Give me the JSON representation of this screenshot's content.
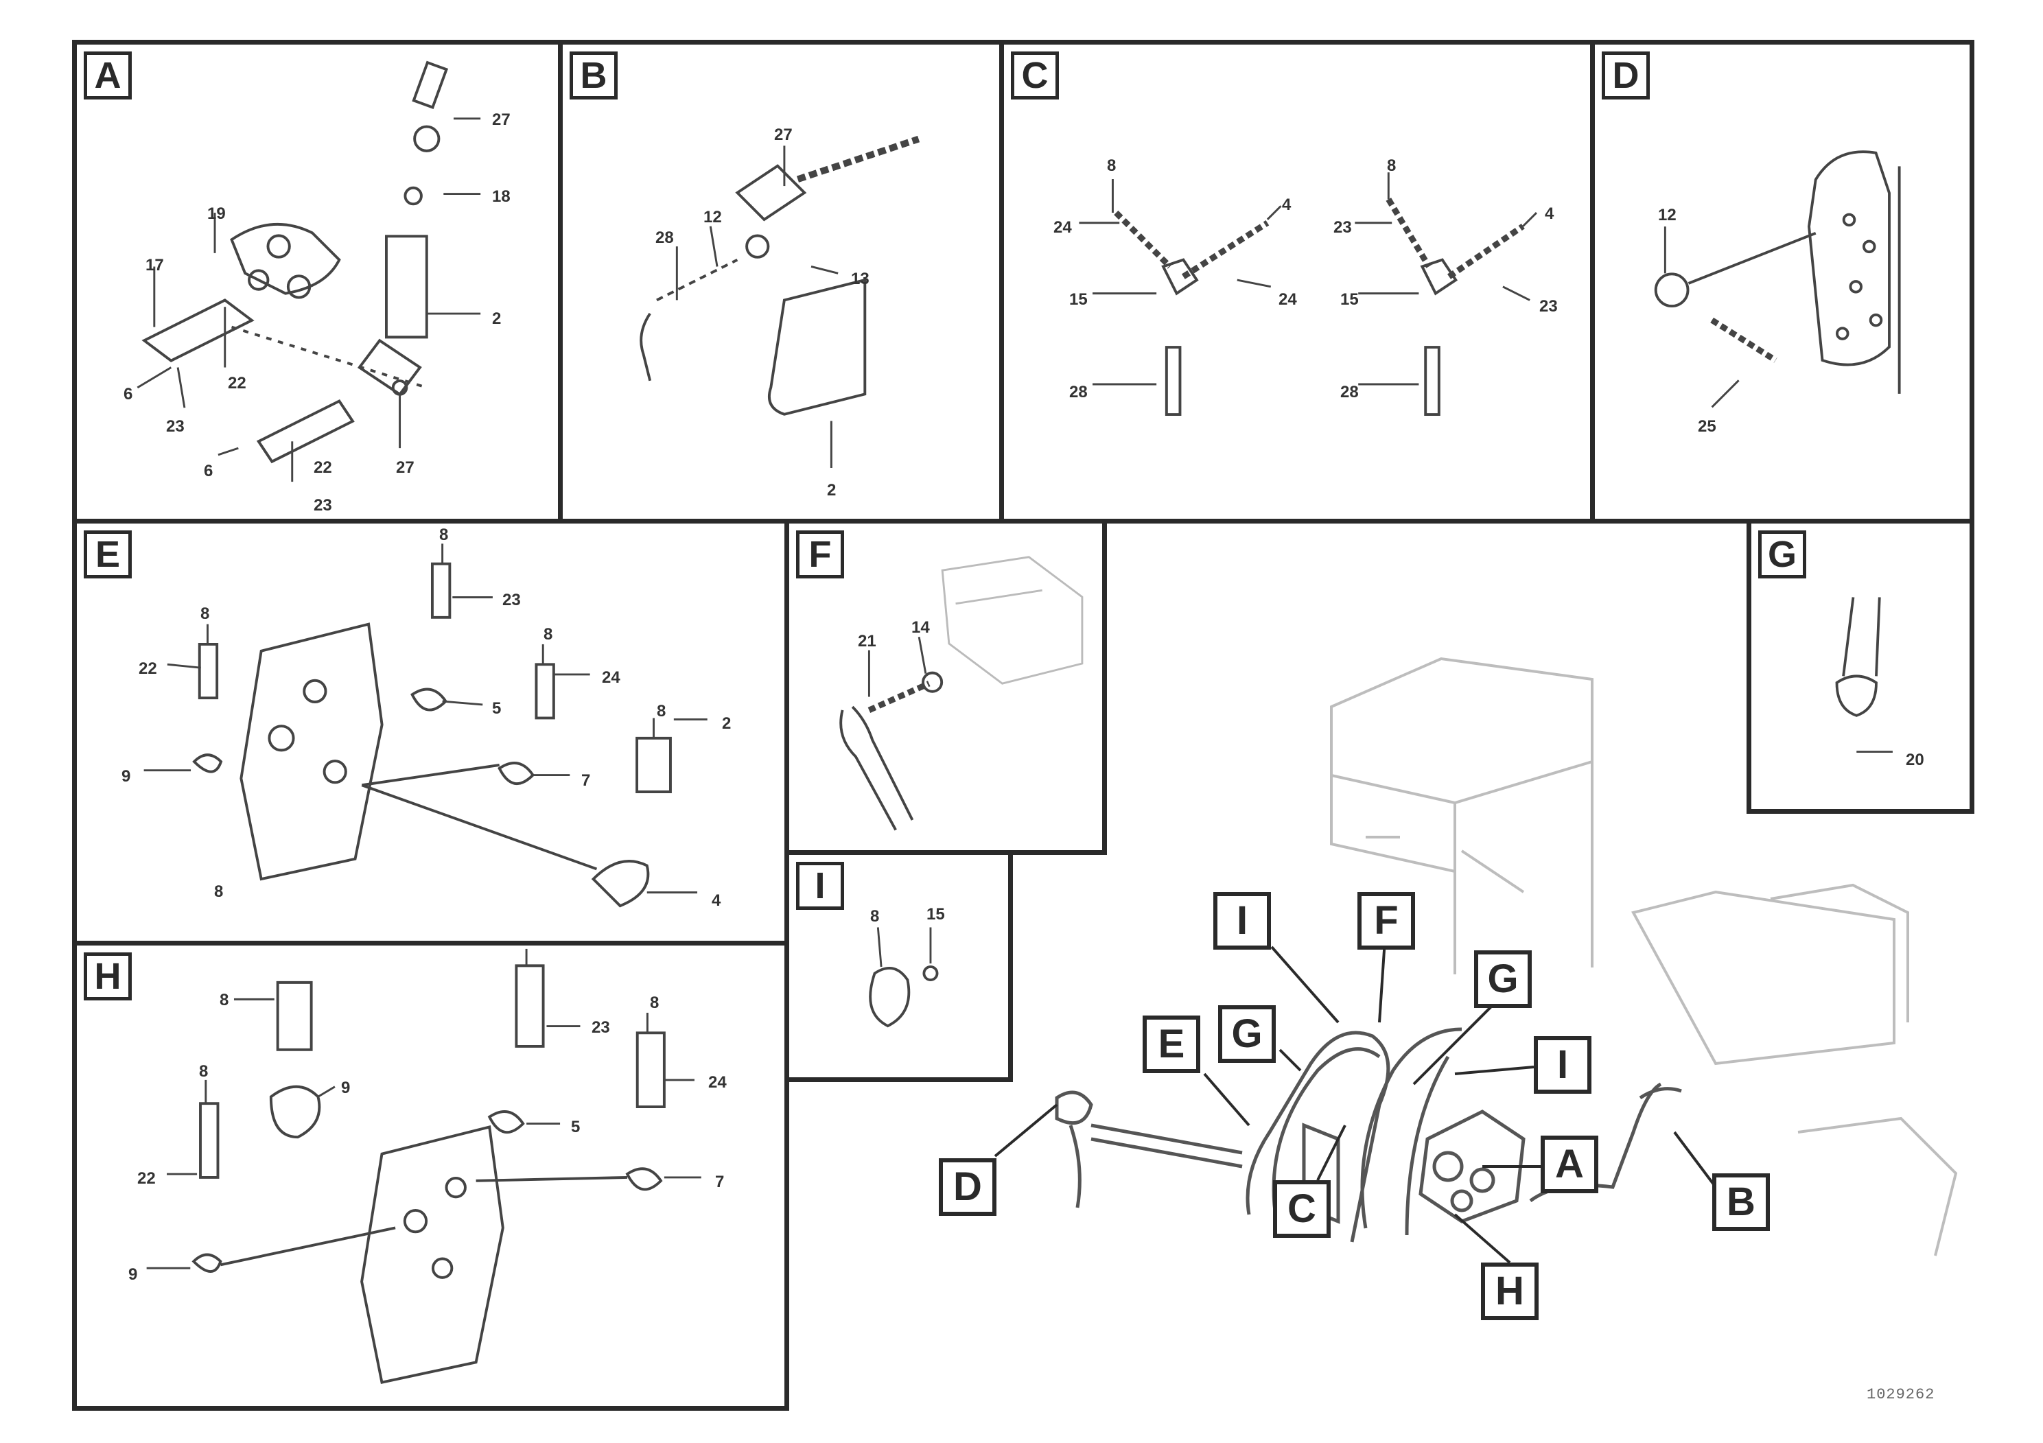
{
  "panels": [
    {
      "id": "A",
      "label": "A",
      "callouts": [
        "27",
        "18",
        "19",
        "17",
        "2",
        "6",
        "22",
        "23",
        "27",
        "6",
        "22",
        "23"
      ]
    },
    {
      "id": "B",
      "label": "B",
      "callouts": [
        "27",
        "28",
        "12",
        "13",
        "2"
      ]
    },
    {
      "id": "C",
      "label": "C",
      "callouts": [
        "8",
        "24",
        "4",
        "15",
        "24",
        "28",
        "8",
        "23",
        "4",
        "15",
        "23",
        "28"
      ]
    },
    {
      "id": "D",
      "label": "D",
      "callouts": [
        "12",
        "25"
      ]
    },
    {
      "id": "E",
      "label": "E",
      "callouts": [
        "8",
        "23",
        "8",
        "22",
        "5",
        "9",
        "8",
        "24",
        "7",
        "8",
        "2",
        "8",
        "4"
      ]
    },
    {
      "id": "F",
      "label": "F",
      "callouts": [
        "21",
        "14"
      ]
    },
    {
      "id": "G",
      "label": "G",
      "callouts": [
        "20"
      ]
    },
    {
      "id": "H",
      "label": "H",
      "callouts": [
        "8",
        "9",
        "23",
        "8",
        "24",
        "8",
        "22",
        "5",
        "7",
        "9"
      ]
    },
    {
      "id": "I",
      "label": "I",
      "callouts": [
        "8",
        "15"
      ]
    }
  ],
  "overview_tags": [
    "I",
    "F",
    "G",
    "E",
    "G",
    "I",
    "A",
    "D",
    "C",
    "B",
    "H"
  ],
  "drawing_number": "1029262",
  "icons": {
    "panel_tag": "boxed-letter",
    "callout": "leader-number"
  },
  "colors": {
    "line": "#2a2a2a",
    "ink": "#1a1a1a",
    "faint": "#9a9a9a",
    "background": "#ffffff"
  }
}
